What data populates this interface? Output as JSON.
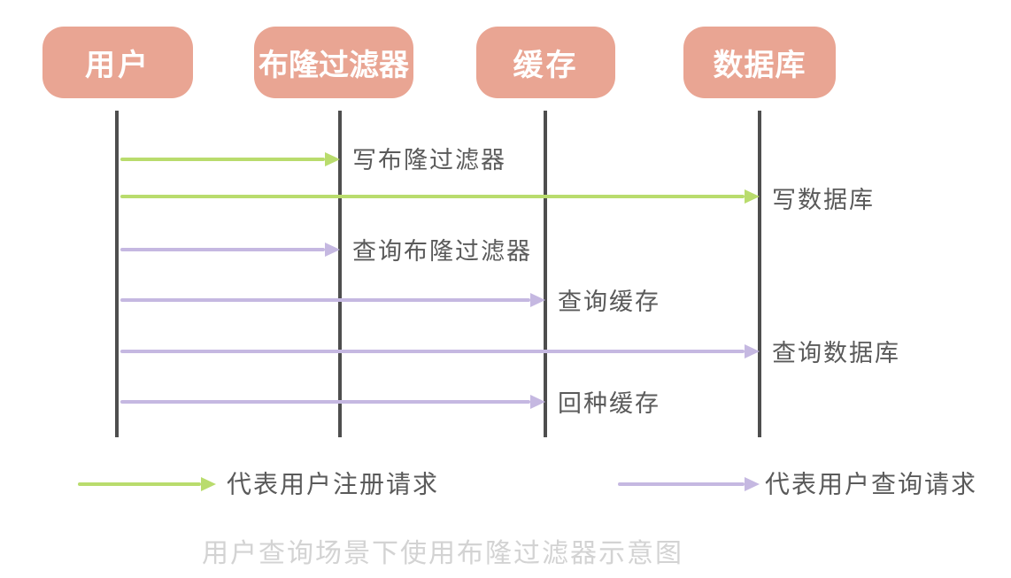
{
  "diagram": {
    "caption": "用户查询场景下使用布隆过滤器示意图"
  },
  "actors": [
    {
      "id": "user",
      "label": "用户"
    },
    {
      "id": "bloom",
      "label": "布隆过滤器"
    },
    {
      "id": "cache",
      "label": "缓存"
    },
    {
      "id": "db",
      "label": "数据库"
    }
  ],
  "messages": [
    {
      "from": "用户",
      "to": "布隆过滤器",
      "label": "写布隆过滤器",
      "type": "register"
    },
    {
      "from": "用户",
      "to": "数据库",
      "label": "写数据库",
      "type": "register"
    },
    {
      "from": "用户",
      "to": "布隆过滤器",
      "label": "查询布隆过滤器",
      "type": "query"
    },
    {
      "from": "用户",
      "to": "缓存",
      "label": "查询缓存",
      "type": "query"
    },
    {
      "from": "用户",
      "to": "数据库",
      "label": "查询数据库",
      "type": "query"
    },
    {
      "from": "用户",
      "to": "缓存",
      "label": "回种缓存",
      "type": "query"
    }
  ],
  "legend": [
    {
      "type": "register",
      "color": "#b9dc6d",
      "label": "代表用户注册请求"
    },
    {
      "type": "query",
      "color": "#c5b8e1",
      "label": "代表用户查询请求"
    }
  ],
  "colors": {
    "actor_fill": "#e9a593",
    "register_arrow": "#b9dc6d",
    "query_arrow": "#c5b8e1",
    "lifeline": "#4e4e4e",
    "label_text": "#5a5a5a",
    "caption_text": "#d3d3d3"
  }
}
